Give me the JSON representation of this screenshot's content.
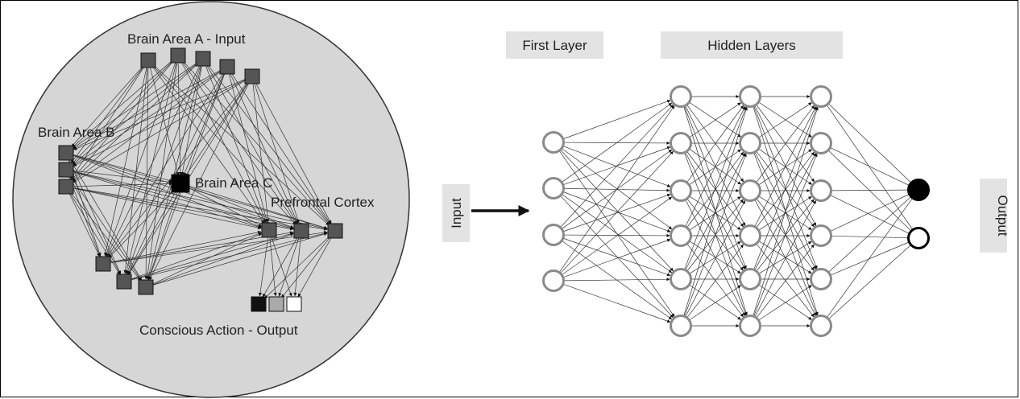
{
  "brain_model": {
    "labels": {
      "area_a": "Brain Area A - Input",
      "area_b": "Brain Area B",
      "area_c": "Brain Area C",
      "prefrontal": "Prefrontal Cortex",
      "output": "Conscious Action - Output"
    },
    "colors": {
      "circle_fill": "#d6d6d6",
      "node_fill": "#555555",
      "output_colors": [
        "#111111",
        "#aaaaaa",
        "#ffffff"
      ]
    }
  },
  "neural_network": {
    "labels": {
      "input": "Input",
      "first_layer": "First Layer",
      "hidden_layers": "Hidden Layers",
      "output": "Output"
    },
    "layer_sizes": [
      4,
      6,
      6,
      6,
      2
    ],
    "colors": {
      "label_box": "#e3e3e3",
      "node_stroke": "#8a8a8a",
      "output_filled": "#000000"
    }
  }
}
